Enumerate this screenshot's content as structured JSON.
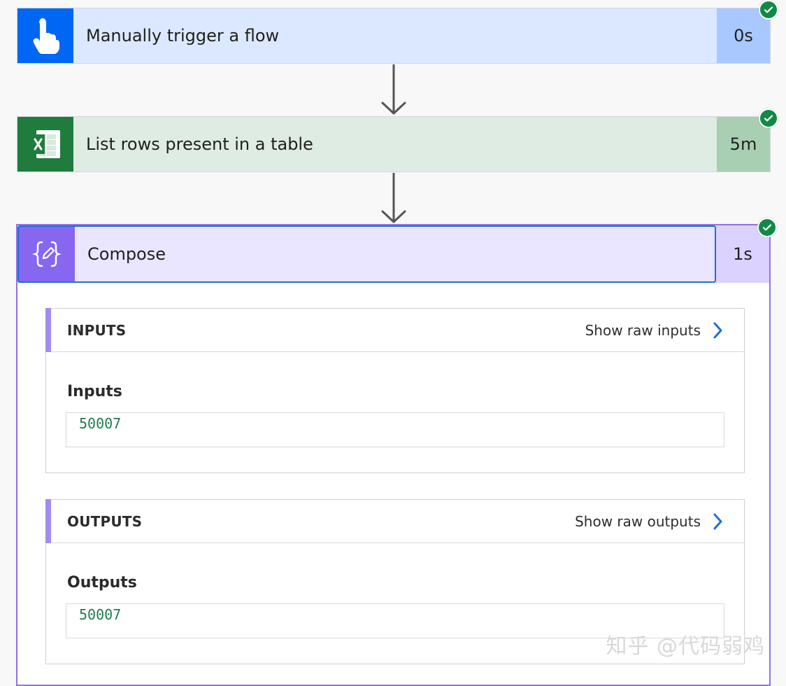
{
  "steps": {
    "trigger": {
      "title": "Manually trigger a flow",
      "duration": "0s",
      "icon": "hand-pointer-icon",
      "colors": {
        "icon_bg": "#0067f5",
        "body_bg": "#dce8ff",
        "duration_bg": "#a8c8ff"
      }
    },
    "excel": {
      "title": "List rows present in a table",
      "duration": "5m",
      "icon": "excel-icon",
      "colors": {
        "icon_bg": "#1f7c3d",
        "body_bg": "#dfece4",
        "duration_bg": "#a9cfb3"
      }
    },
    "compose": {
      "title": "Compose",
      "duration": "1s",
      "icon": "compose-icon",
      "colors": {
        "icon_bg": "#8766f0",
        "body_bg": "#eae6ff",
        "duration_bg": "#dcd2ff",
        "border": "#8f73e5",
        "focus_border": "#1f6fd1"
      }
    }
  },
  "compose_details": {
    "inputs": {
      "section_title": "INPUTS",
      "raw_link": "Show raw inputs",
      "label": "Inputs",
      "value": "50007"
    },
    "outputs": {
      "section_title": "OUTPUTS",
      "raw_link": "Show raw outputs",
      "label": "Outputs",
      "value": "50007"
    }
  },
  "watermark": "知乎 @代码弱鸡",
  "status_icon": "success-check-icon",
  "accent_colors": {
    "success_green": "#128a46",
    "chevron_blue": "#1f6fd1",
    "value_green": "#1f7c52"
  }
}
